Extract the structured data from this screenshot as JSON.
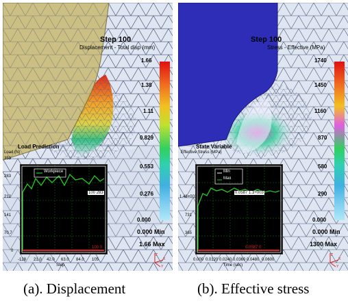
{
  "panel_a": {
    "step": "Step  100",
    "variable": "Displacement - Total disp (mm)",
    "colorbar_ticks": [
      "1.66",
      "1.38",
      "1.11",
      "0.829",
      "0.553",
      "0.276",
      "0.000"
    ],
    "min_label": "0.000  Min",
    "max_label": "1.66  Max",
    "inset": {
      "title": "Load Prediction",
      "ylabel": "Load (N)",
      "y_ticks": [
        "353",
        "283",
        "212",
        "141",
        "70.7",
        "0"
      ],
      "x_ticks": [
        "-128",
        "21.0",
        "42.0",
        "63.0",
        "84.0",
        "105"
      ],
      "xlabel": "Step",
      "legend": "Workpiece",
      "readout": "100  283",
      "bottom_readout": "100  0"
    },
    "caption": "(a). Displacement"
  },
  "panel_b": {
    "step": "Step  100",
    "variable": "Stress - Effective (MPa)",
    "colorbar_ticks": [
      "1740",
      "1450",
      "1160",
      "870",
      "580",
      "290",
      "0.000"
    ],
    "min_label": "0.000  Min",
    "max_label": "1300  Max",
    "inset": {
      "title": "State Variable",
      "ylabel": "Effective Stress (MPa)",
      "y_ticks": [
        "1.46+003",
        "731",
        "365"
      ],
      "x_ticks": [
        "0.000",
        "0.0120",
        "0.0240",
        "0.0360",
        "0.0480",
        "0.0600"
      ],
      "xlabel": "Time (sec)",
      "legend_items": [
        "Min",
        "Max"
      ],
      "readout": "0.0587  1.3+003",
      "bottom_readout": "0.0587  0"
    },
    "caption": "(b). Effective stress"
  },
  "colors": {
    "mesh_background": "#dfe6f2",
    "mesh_line": "#4a5a78",
    "workpiece_a": "#c9bc7a",
    "workpiece_b": "#2d2db8",
    "inset_bg": "#000000",
    "inset_curve": "#22cc22",
    "inset_marker": "#dd2222"
  }
}
